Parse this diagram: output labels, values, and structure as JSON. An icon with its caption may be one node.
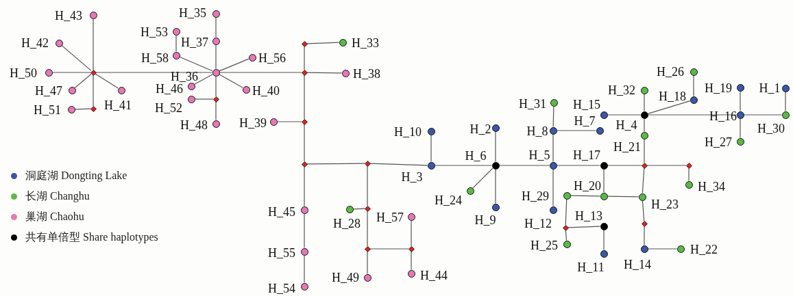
{
  "diagram": {
    "nodes": [
      {
        "text": [
          "H_43"
        ]
      },
      {
        "text": [
          "H_42"
        ]
      },
      {
        "text": [
          "H_50"
        ]
      },
      {
        "text": [
          "H_47"
        ]
      },
      {
        "text": [
          "H_41"
        ]
      },
      {
        "text": [
          "H_51"
        ]
      },
      {
        "text": [],
        "shape": "diamond"
      },
      {
        "text": [],
        "shape": "diamond"
      },
      {
        "text": [
          "H_35"
        ]
      },
      {
        "text": [
          "H_53"
        ]
      },
      {
        "text": [
          "H_37"
        ]
      },
      {
        "text": [
          "H_58"
        ]
      },
      {
        "text": [
          "H_36"
        ]
      },
      {
        "text": [
          "H_56"
        ]
      },
      {
        "text": [
          "H_46"
        ]
      },
      {
        "text": [
          "H_40"
        ]
      },
      {
        "text": [
          "H_52"
        ]
      },
      {
        "text": [],
        "shape": "diamond"
      },
      {
        "text": [
          "H_48"
        ]
      },
      {
        "text": [
          "H_39"
        ]
      },
      {
        "text": [],
        "shape": "diamond"
      },
      {
        "text": [
          "H_33"
        ]
      },
      {
        "text": [],
        "shape": "diamond"
      },
      {
        "text": [
          "H_38"
        ]
      },
      {
        "text": [],
        "shape": "diamond"
      },
      {
        "text": [],
        "shape": "diamond"
      },
      {
        "text": [
          "H_45"
        ]
      },
      {
        "text": [
          "H_55"
        ]
      },
      {
        "text": [
          "H_54"
        ]
      },
      {
        "text": [],
        "shape": "diamond"
      },
      {
        "text": [],
        "shape": "diamond"
      },
      {
        "text": [
          "H_28"
        ]
      },
      {
        "text": [
          "H_57"
        ]
      },
      {
        "text": [],
        "shape": "diamond"
      },
      {
        "text": [],
        "shape": "diamond"
      },
      {
        "text": [
          "H_49"
        ]
      },
      {
        "text": [
          "H_44"
        ]
      },
      {
        "text": [
          "H_10"
        ]
      },
      {
        "text": [
          "H_3"
        ]
      },
      {
        "text": [
          "H_2"
        ]
      },
      {
        "text": [
          "H_6"
        ]
      },
      {
        "text": [
          "H_24"
        ]
      },
      {
        "text": [
          "H_9"
        ]
      },
      {
        "text": [
          "H_31"
        ]
      },
      {
        "text": [
          "H_8"
        ]
      },
      {
        "text": [
          "H_5"
        ]
      },
      {
        "text": [
          "H_29"
        ]
      },
      {
        "text": [
          "H_12"
        ]
      },
      {
        "text": [
          "H_15"
        ]
      },
      {
        "text": [
          "H_7"
        ]
      },
      {
        "text": [
          "H_17"
        ]
      },
      {
        "text": [
          "H_20"
        ]
      },
      {
        "text": [],
        "shape": "diamond"
      },
      {
        "text": [
          "H_25"
        ]
      },
      {
        "text": [
          "H_13"
        ]
      },
      {
        "text": [
          "H_11"
        ]
      },
      {
        "text": [
          "H_32"
        ]
      },
      {
        "text": [
          "H_4"
        ]
      },
      {
        "text": [
          "H_21"
        ]
      },
      {
        "text": [
          "H_26"
        ]
      },
      {
        "text": [
          "H_18"
        ]
      },
      {
        "text": [],
        "shape": "diamond"
      },
      {
        "text": [],
        "shape": "diamond"
      },
      {
        "text": [
          "H_34"
        ]
      },
      {
        "text": [
          "H_23"
        ]
      },
      {
        "text": [],
        "shape": "diamond"
      },
      {
        "text": [
          "H_14"
        ]
      },
      {
        "text": [
          "H_22"
        ]
      },
      {
        "text": [
          "H_19"
        ]
      },
      {
        "text": [
          "H_1"
        ]
      },
      {
        "text": [
          "H_16"
        ]
      },
      {
        "text": [
          "H_30"
        ]
      },
      {
        "text": [
          "H_27"
        ]
      }
    ],
    "edges": [
      {
        "from": 6,
        "to": 0,
        "arrow": "none"
      },
      {
        "from": 6,
        "to": 1,
        "arrow": "none"
      },
      {
        "from": 6,
        "to": 2,
        "arrow": "none"
      },
      {
        "from": 6,
        "to": 3,
        "arrow": "none"
      },
      {
        "from": 6,
        "to": 4,
        "arrow": "none"
      },
      {
        "from": 6,
        "to": 7,
        "arrow": "none"
      },
      {
        "from": 7,
        "to": 5,
        "arrow": "none"
      },
      {
        "from": 6,
        "to": 12,
        "arrow": "none"
      },
      {
        "from": 12,
        "to": 10,
        "arrow": "none"
      },
      {
        "from": 10,
        "to": 8,
        "arrow": "none"
      },
      {
        "from": 12,
        "to": 11,
        "arrow": "none"
      },
      {
        "from": 11,
        "to": 9,
        "arrow": "none"
      },
      {
        "from": 12,
        "to": 13,
        "arrow": "none"
      },
      {
        "from": 12,
        "to": 14,
        "arrow": "none"
      },
      {
        "from": 12,
        "to": 15,
        "arrow": "none"
      },
      {
        "from": 12,
        "to": 17,
        "arrow": "none"
      },
      {
        "from": 17,
        "to": 16,
        "arrow": "none"
      },
      {
        "from": 17,
        "to": 18,
        "arrow": "none"
      },
      {
        "from": 12,
        "to": 22,
        "arrow": "none"
      },
      {
        "from": 22,
        "to": 20,
        "arrow": "none"
      },
      {
        "from": 20,
        "to": 21,
        "arrow": "none"
      },
      {
        "from": 22,
        "to": 23,
        "arrow": "none"
      },
      {
        "from": 22,
        "to": 24,
        "arrow": "none"
      },
      {
        "from": 24,
        "to": 19,
        "arrow": "none"
      },
      {
        "from": 24,
        "to": 25,
        "arrow": "none"
      },
      {
        "from": 25,
        "to": 26,
        "arrow": "none"
      },
      {
        "from": 26,
        "to": 27,
        "arrow": "none"
      },
      {
        "from": 27,
        "to": 28,
        "arrow": "none"
      },
      {
        "from": 25,
        "to": 29,
        "arrow": "none"
      },
      {
        "from": 29,
        "to": 30,
        "arrow": "none"
      },
      {
        "from": 30,
        "to": 31,
        "arrow": "none"
      },
      {
        "from": 30,
        "to": 33,
        "arrow": "none"
      },
      {
        "from": 33,
        "to": 35,
        "arrow": "none"
      },
      {
        "from": 33,
        "to": 34,
        "arrow": "none"
      },
      {
        "from": 34,
        "to": 32,
        "arrow": "none"
      },
      {
        "from": 34,
        "to": 36,
        "arrow": "none"
      },
      {
        "from": 29,
        "to": 38,
        "arrow": "none"
      },
      {
        "from": 38,
        "to": 37,
        "arrow": "none"
      },
      {
        "from": 38,
        "to": 40,
        "arrow": "none"
      },
      {
        "from": 40,
        "to": 39,
        "arrow": "none"
      },
      {
        "from": 40,
        "to": 41,
        "arrow": "none"
      },
      {
        "from": 40,
        "to": 42,
        "arrow": "none"
      },
      {
        "from": 40,
        "to": 45,
        "arrow": "none"
      },
      {
        "from": 45,
        "to": 44,
        "arrow": "none"
      },
      {
        "from": 44,
        "to": 43,
        "arrow": "none"
      },
      {
        "from": 44,
        "to": 49,
        "arrow": "none"
      },
      {
        "from": 45,
        "to": 47,
        "arrow": "none"
      },
      {
        "from": 45,
        "to": 50,
        "arrow": "none"
      },
      {
        "from": 50,
        "to": 61,
        "arrow": "none"
      },
      {
        "from": 61,
        "to": 62,
        "arrow": "none"
      },
      {
        "from": 62,
        "to": 63,
        "arrow": "none"
      },
      {
        "from": 61,
        "to": 58,
        "arrow": "none"
      },
      {
        "from": 58,
        "to": 57,
        "arrow": "none"
      },
      {
        "from": 61,
        "to": 64,
        "arrow": "none"
      },
      {
        "from": 50,
        "to": 51,
        "arrow": "none"
      },
      {
        "from": 51,
        "to": 64,
        "arrow": "none"
      },
      {
        "from": 46,
        "to": 51,
        "arrow": "none"
      },
      {
        "from": 46,
        "to": 52,
        "arrow": "none"
      },
      {
        "from": 52,
        "to": 53,
        "arrow": "none"
      },
      {
        "from": 52,
        "to": 54,
        "arrow": "none"
      },
      {
        "from": 54,
        "to": 55,
        "arrow": "none"
      },
      {
        "from": 64,
        "to": 65,
        "arrow": "none"
      },
      {
        "from": 65,
        "to": 66,
        "arrow": "none"
      },
      {
        "from": 66,
        "to": 67,
        "arrow": "none"
      },
      {
        "from": 57,
        "to": 48,
        "arrow": "none"
      },
      {
        "from": 57,
        "to": 56,
        "arrow": "none"
      },
      {
        "from": 57,
        "to": 60,
        "arrow": "none"
      },
      {
        "from": 60,
        "to": 59,
        "arrow": "none"
      },
      {
        "from": 57,
        "to": 70,
        "arrow": "none"
      },
      {
        "from": 70,
        "to": 68,
        "arrow": "none"
      },
      {
        "from": 70,
        "to": 72,
        "arrow": "none"
      },
      {
        "from": 70,
        "to": 71,
        "arrow": "none"
      },
      {
        "from": 71,
        "to": 69,
        "arrow": "none"
      }
    ],
    "legend": [
      {
        "text": "洞庭湖 Dongting Lake",
        "color": "#3b57a6"
      },
      {
        "text": "长湖 Changhu",
        "color": "#5bb947"
      },
      {
        "text": "巢湖 Chaohu",
        "color": "#e479b4"
      },
      {
        "text": "共有单倍型 Share haplotypes",
        "color": "#000000"
      }
    ]
  }
}
